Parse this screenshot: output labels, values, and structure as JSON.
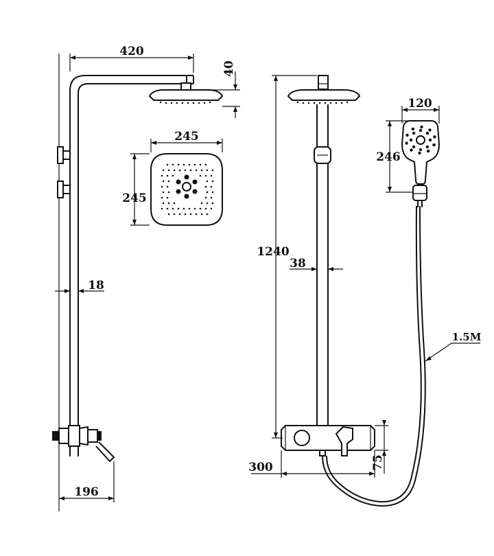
{
  "dimensions": {
    "arm_length": "420",
    "head_drop": "40",
    "head_width": "245",
    "head_height": "245",
    "pipe_diameter": "18",
    "mixer_depth": "196",
    "total_height": "1240",
    "bar_diameter": "38",
    "mixer_width": "300",
    "mixer_height": "75",
    "hand_width": "120",
    "hand_length": "246",
    "hose_length": "1.5M"
  },
  "colors": {
    "line": "#111111",
    "background": "#ffffff"
  }
}
